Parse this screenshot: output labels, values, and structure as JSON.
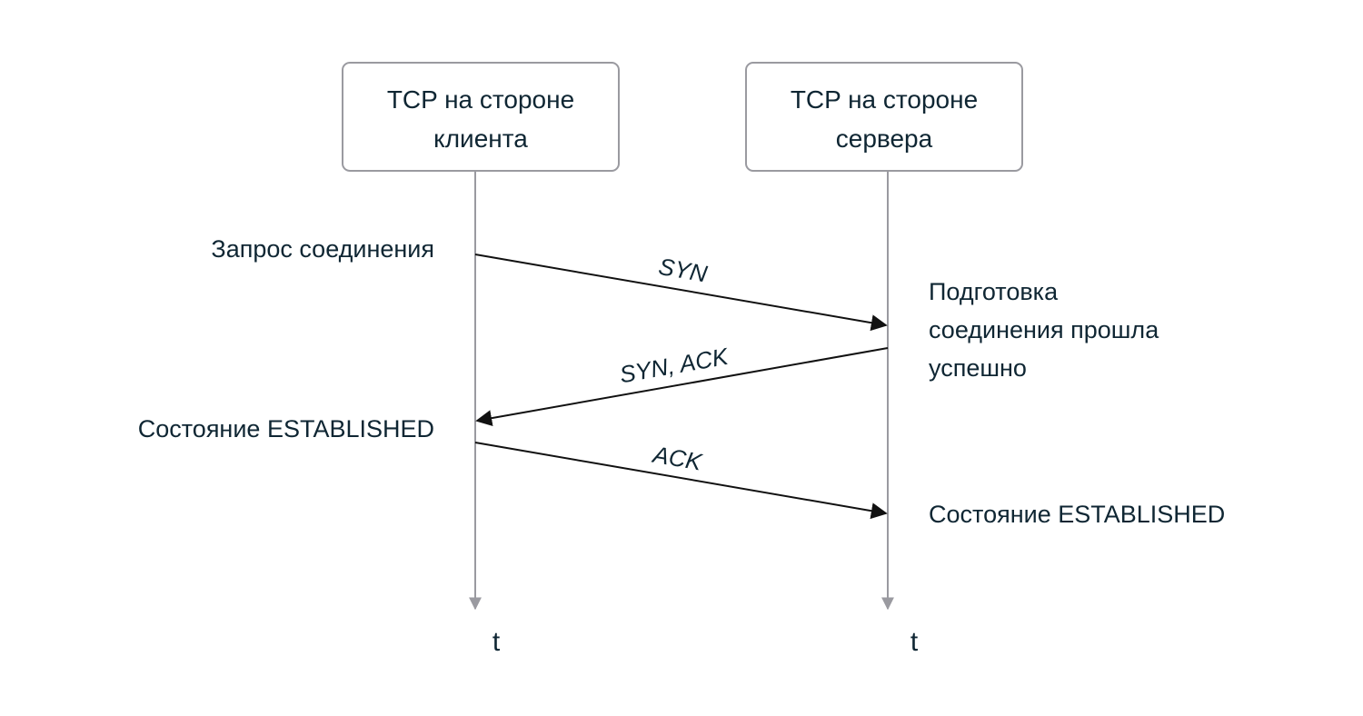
{
  "diagram": {
    "type": "sequence",
    "title": "TCP three-way handshake",
    "colors": {
      "text": "#0f2633",
      "box_border": "#9a9aa0",
      "lifeline": "#9a9aa0",
      "message_arrow": "#111111",
      "background": "#ffffff"
    },
    "participants": [
      {
        "id": "client",
        "label_lines": [
          "TCP на стороне",
          "клиента"
        ],
        "axis_label": "t"
      },
      {
        "id": "server",
        "label_lines": [
          "TCP на стороне",
          "сервера"
        ],
        "axis_label": "t"
      }
    ],
    "messages": [
      {
        "from": "client",
        "to": "server",
        "label": "SYN"
      },
      {
        "from": "server",
        "to": "client",
        "label": "SYN, ACK"
      },
      {
        "from": "client",
        "to": "server",
        "label": "ACK"
      }
    ],
    "annotations": {
      "client": [
        {
          "lines": [
            "Запрос соединения"
          ]
        },
        {
          "lines": [
            "Состояние ESTABLISHED"
          ]
        }
      ],
      "server": [
        {
          "lines": [
            "Подготовка",
            "соединения прошла",
            "успешно"
          ]
        },
        {
          "lines": [
            "Состояние ESTABLISHED"
          ]
        }
      ]
    }
  }
}
